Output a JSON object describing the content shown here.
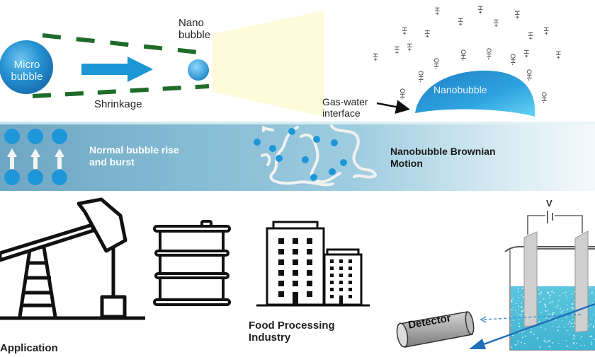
{
  "top_panel": {
    "micro_bubble_label": "Micro bubble",
    "micro_bubble_line1": "Micro",
    "micro_bubble_line2": "bubble",
    "nano_bubble_line1": "Nano",
    "nano_bubble_line2": "bubble",
    "shrinkage_label": "Shrinkage",
    "gas_water_line1": "Gas-water",
    "gas_water_line2": "interface",
    "nanobubble_label": "Nanobubble",
    "hydrogen_ion": "H+",
    "hydroxide_ion": "OH-"
  },
  "band": {
    "normal_rise_line1": "Normal bubble rise",
    "normal_rise_line2": "and burst",
    "brownian_line1": "Nanobubble Brownian",
    "brownian_line2": "Motion"
  },
  "applications": {
    "oil_label": "Application",
    "food_line1": "Food Processing",
    "food_line2": "Industry",
    "detector_label": "Detector",
    "voltage_label": "V"
  },
  "colors": {
    "bubble_blue": "#2a9ad6",
    "dash_green": "#1f6b2a",
    "arrow_blue": "#1c96d4",
    "highlight_yellow": "#fdfbd6",
    "water_cyan": "#5cc6dd"
  }
}
